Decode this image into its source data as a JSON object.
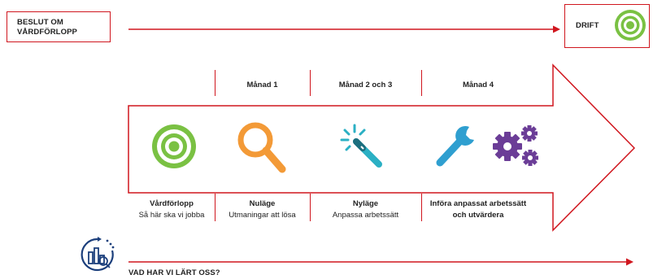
{
  "top": {
    "start_label_line1": "BESLUT OM",
    "start_label_line2": "VÅRDFÖRLOPP",
    "end_label": "DRIFT"
  },
  "phases": [
    {
      "header": "",
      "title": "Vårdförlopp",
      "subtitle": "Så här ska vi jobba",
      "icon": "target-icon"
    },
    {
      "header": "Månad 1",
      "title": "Nuläge",
      "subtitle": "Utmaningar att lösa",
      "icon": "magnifier-icon"
    },
    {
      "header": "Månad 2 och 3",
      "title": "Nyläge",
      "subtitle": "Anpassa arbetssätt",
      "icon": "magic-wand-icon"
    },
    {
      "header": "Månad 4",
      "title": "Införa anpassat arbetssätt",
      "subtitle": "och utvärdera",
      "icon": "wrench-gears-icon"
    }
  ],
  "bottom": {
    "label": "VAD HAR VI LÄRT OSS?"
  },
  "colors": {
    "red": "#d0161e",
    "green": "#7ac143",
    "orange": "#f39a37",
    "teal": "#2bb0c4",
    "blue": "#2f9fd0",
    "purple": "#6b3d97",
    "navy": "#1c3f7c"
  }
}
